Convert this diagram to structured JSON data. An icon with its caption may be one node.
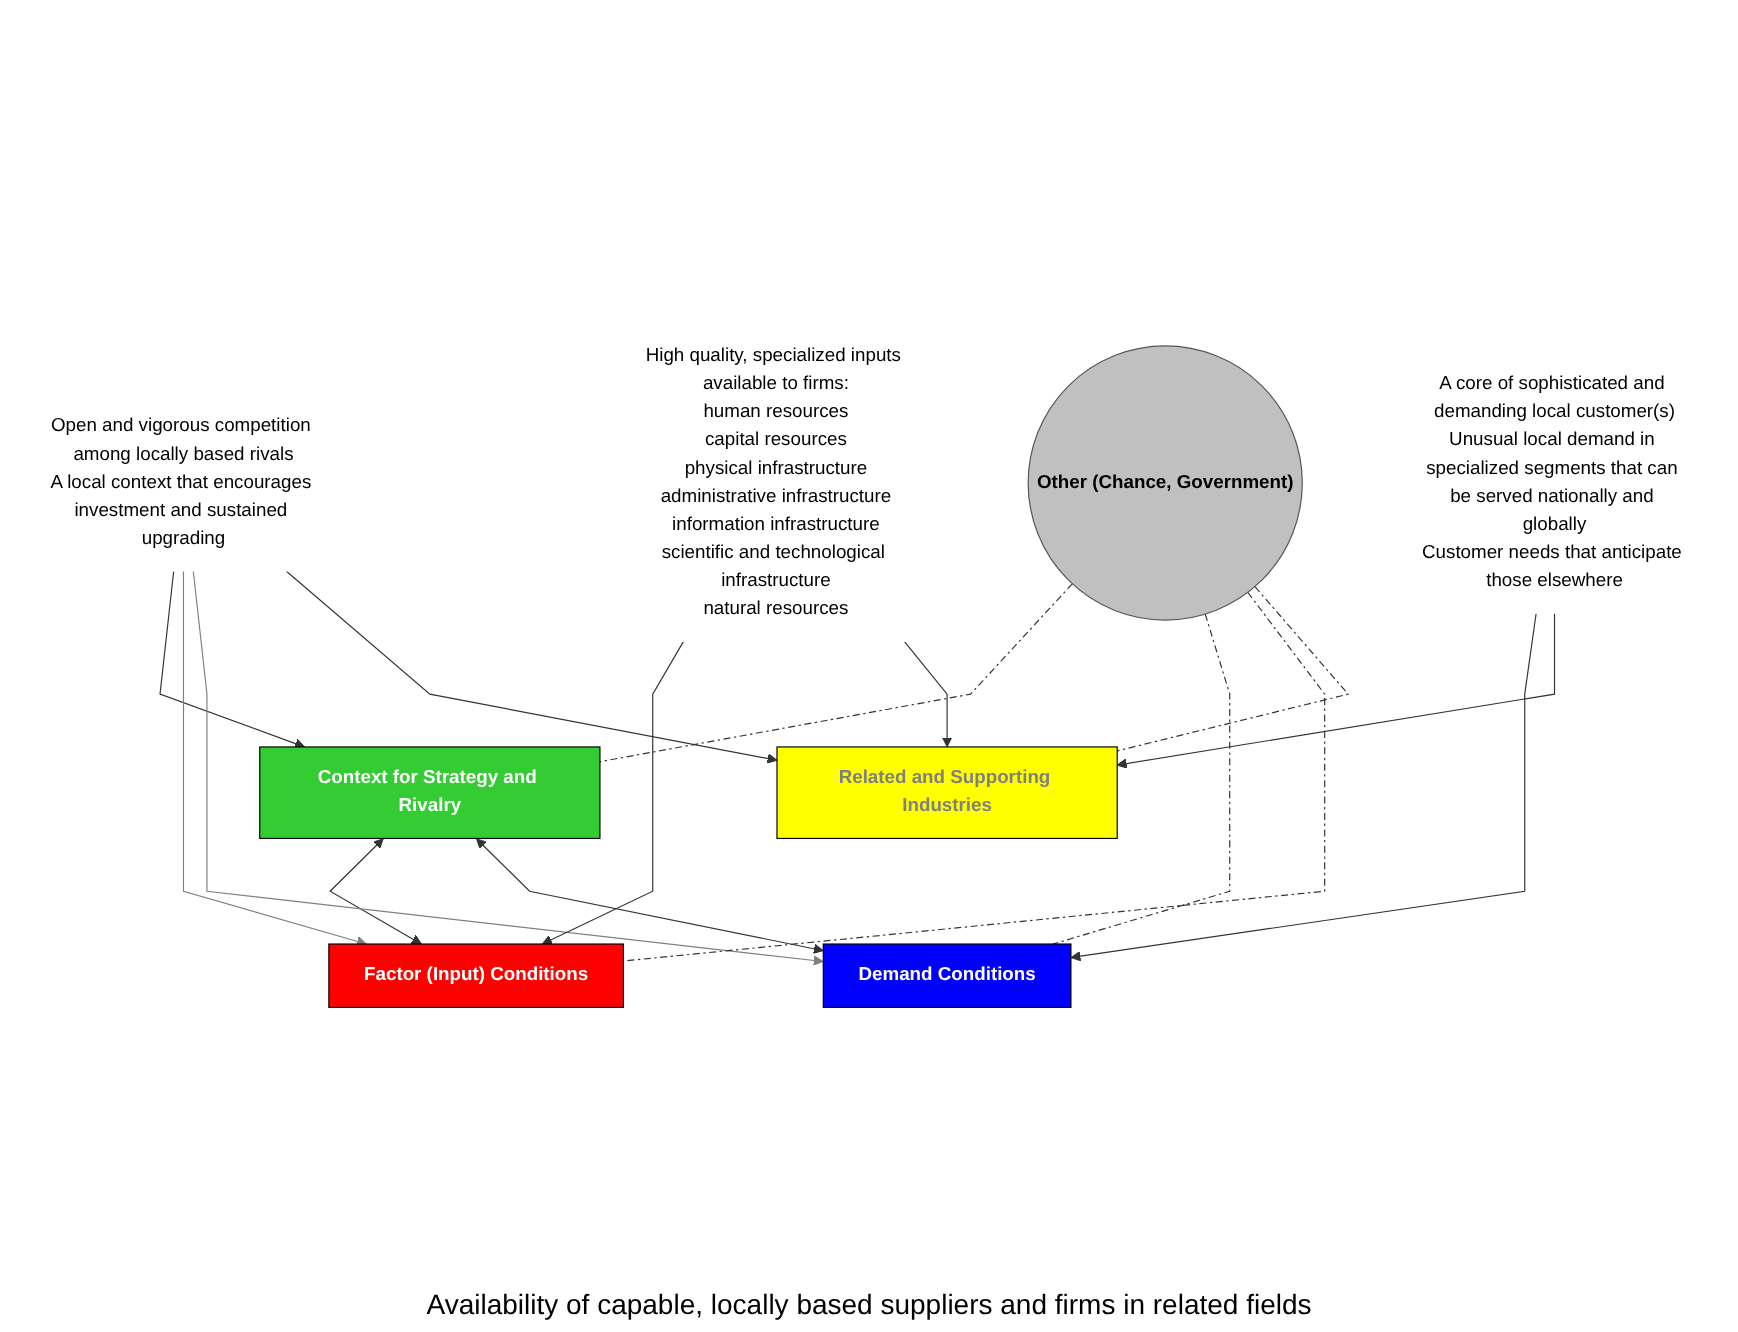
{
  "diagram": {
    "nodes": [
      {
        "text": [
          "Context for Strategy and Rivalry"
        ]
      },
      {
        "text": [
          "Other (Chance, Government)"
        ]
      },
      {
        "text": [
          "Factor (Input) Conditions"
        ]
      },
      {
        "text": [
          "Demand Conditions"
        ]
      },
      {
        "text": [
          "Related and Supporting Industries"
        ]
      },
      {
        "text": [
          "Open and vigorous competition among locally based rivals",
          "A local context that encourages investment and sustained upgrading"
        ]
      },
      {
        "text": [
          "High quality, specialized inputs available to firms:",
          "human resources",
          "capital resources",
          "physical infrastructure",
          "administrative infrastructure",
          "information infrastructure",
          "scientific and technological infrastructure",
          "natural resources"
        ]
      },
      {
        "text": [
          "A core of sophisticated and demanding local customer(s)",
          "Unusual local demand in specialized segments that can be served nationally and globally",
          "Customer needs that anticipate those elsewhere"
        ]
      }
    ],
    "edges": [
      {
        "from": 0,
        "to": 2,
        "arrow": "both"
      },
      {
        "from": 0,
        "to": 3,
        "arrow": "both"
      },
      {
        "from": 5,
        "to": 0,
        "arrow": "to"
      },
      {
        "from": 5,
        "to": 2,
        "arrow": "to",
        "color": "#808080"
      },
      {
        "from": 5,
        "to": 3,
        "arrow": "to",
        "color": "#808080"
      },
      {
        "from": 5,
        "to": 4,
        "arrow": "to"
      },
      {
        "from": 6,
        "to": 2,
        "arrow": "to"
      },
      {
        "from": 6,
        "to": 4,
        "arrow": "to"
      },
      {
        "from": 7,
        "to": 3,
        "arrow": "to"
      },
      {
        "from": 7,
        "to": 4,
        "arrow": "to"
      },
      {
        "from": 1,
        "to": 0,
        "arrow": "none",
        "style": "dashed"
      },
      {
        "from": 1,
        "to": 3,
        "arrow": "none",
        "style": "dashed"
      },
      {
        "from": 1,
        "to": 2,
        "arrow": "none",
        "style": "dashed"
      },
      {
        "from": 1,
        "to": 4,
        "arrow": "none",
        "style": "dashed"
      }
    ],
    "labels": [
      "Availability of capable, locally based suppliers and firms in related fields"
    ]
  }
}
